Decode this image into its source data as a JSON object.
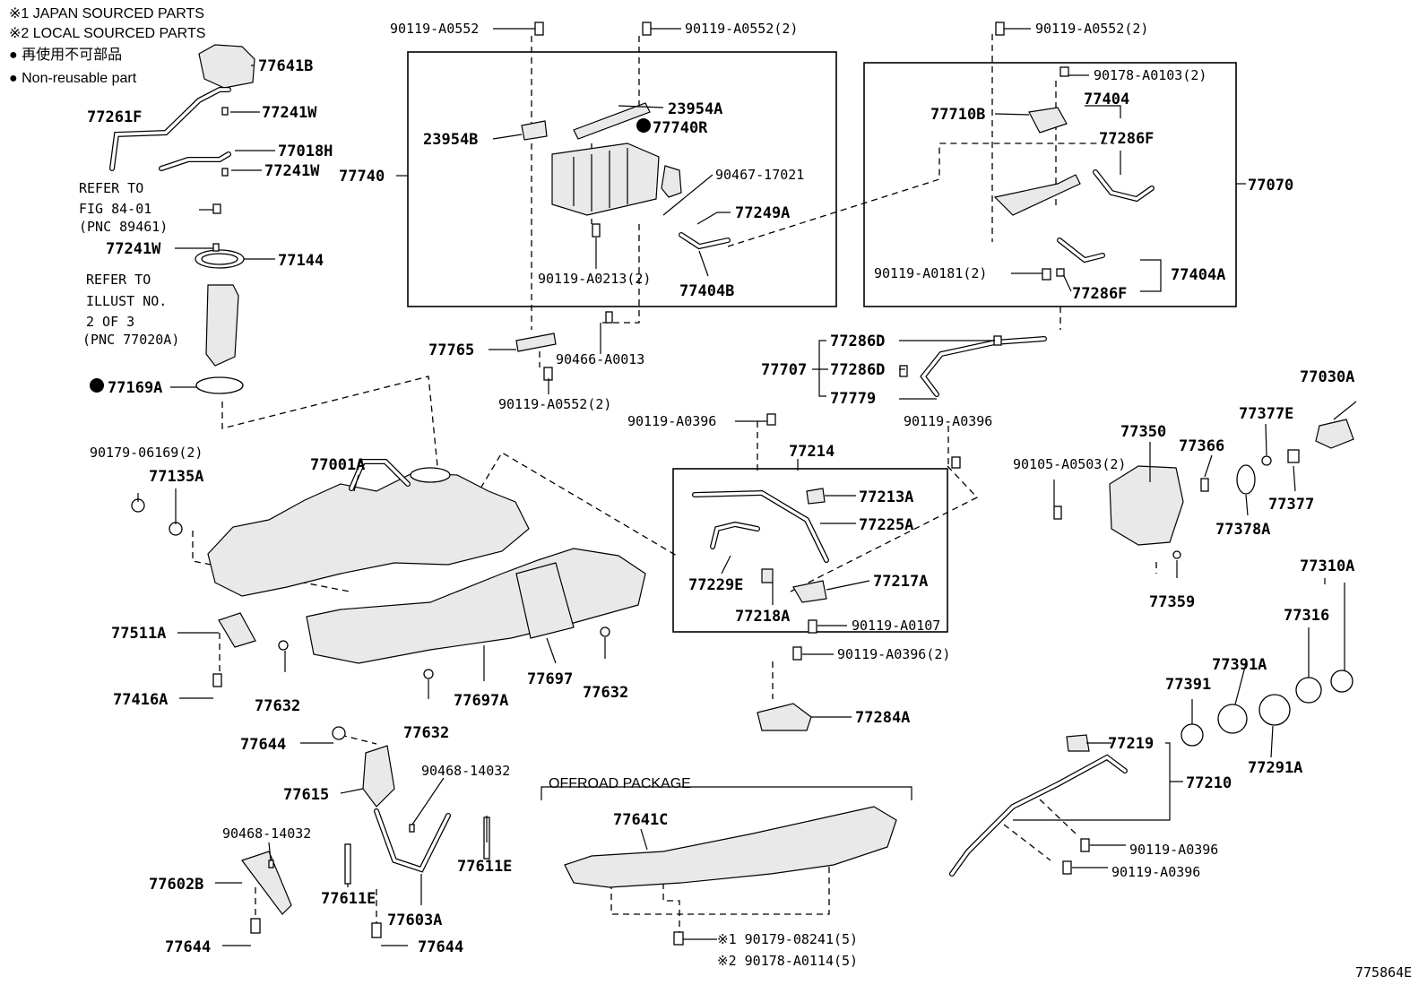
{
  "legend": {
    "note1": "※1 JAPAN SOURCED PARTS",
    "note2": "※2 LOCAL SOURCED PARTS",
    "note3": "● 再使用不可部品",
    "note4": "● Non-reusable part"
  },
  "figure_id": "775864E",
  "offroad_title": "OFFROAD PACKAGE",
  "refs": {
    "ref1_line1": "REFER TO",
    "ref1_line2": "FIG 84-01",
    "ref1_line3": "(PNC 89461)",
    "ref2_line1": "REFER TO",
    "ref2_line2": "ILLUST NO.",
    "ref2_line3": "2 OF 3",
    "ref2_line4": "(PNC 77020A)"
  },
  "labels": {
    "p77641B": "77641B",
    "p77261F": "77261F",
    "p77241W_1": "77241W",
    "p77018H": "77018H",
    "p77241W_2": "77241W",
    "p77241W_3": "77241W",
    "p77144": "77144",
    "p77169A": "77169A",
    "p90119_A0552_a": "90119-A0552",
    "p90119_A0552_b": "90119-A0552(2)",
    "p23954A": "23954A",
    "p23954B": "23954B",
    "p77740R": "77740R",
    "p77740": "77740",
    "p90467_17021": "90467-17021",
    "p77249A": "77249A",
    "p90119_A0213": "90119-A0213(2)",
    "p77404B": "77404B",
    "p77765": "77765",
    "p90466_A0013": "90466-A0013",
    "p90119_A0552_c": "90119-A0552(2)",
    "p90119_A0552_d": "90119-A0552(2)",
    "p90178_A0103": "90178-A0103(2)",
    "p77404": "77404",
    "p77710B": "77710B",
    "p77286F_1": "77286F",
    "p77070": "77070",
    "p90119_A0181": "90119-A0181(2)",
    "p77286F_2": "77286F",
    "p77404A": "77404A",
    "p77286D_1": "77286D",
    "p77707": "77707",
    "p77286D_2": "77286D",
    "p77779": "77779",
    "p90119_A0396_a": "90119-A0396",
    "p90119_A0396_b": "90119-A0396",
    "p77030A": "77030A",
    "p77377E": "77377E",
    "p77350": "77350",
    "p77366": "77366",
    "p90105_A0503": "90105-A0503(2)",
    "p77377": "77377",
    "p77378A": "77378A",
    "p77359": "77359",
    "p77310A": "77310A",
    "p77316": "77316",
    "p77391A": "77391A",
    "p77391": "77391",
    "p77291A": "77291A",
    "p77219": "77219",
    "p77210": "77210",
    "p90119_A0396_c": "90119-A0396",
    "p90119_A0396_d": "90119-A0396",
    "p77214": "77214",
    "p77213A": "77213A",
    "p77225A": "77225A",
    "p77229E": "77229E",
    "p77217A": "77217A",
    "p77218A": "77218A",
    "p90119_A0107": "90119-A0107",
    "p90119_A0396_e": "90119-A0396(2)",
    "p77284A": "77284A",
    "p90179_06169": "90179-06169(2)",
    "p77135A": "77135A",
    "p77001A": "77001A",
    "p77511A": "77511A",
    "p77416A": "77416A",
    "p77632_1": "77632",
    "p77632_2": "77632",
    "p77632_3": "77632",
    "p77697A": "77697A",
    "p77697": "77697",
    "p77644_1": "77644",
    "p90468_14032_a": "90468-14032",
    "p77615": "77615",
    "p90468_14032_b": "90468-14032",
    "p77611E_1": "77611E",
    "p77611E_2": "77611E",
    "p77602B": "77602B",
    "p77603A": "77603A",
    "p77644_2": "77644",
    "p77644_3": "77644",
    "p77641C": "77641C",
    "p90179_08241": "※1 90179-08241(5)",
    "p90178_A0114": "※2 90178-A0114(5)"
  }
}
